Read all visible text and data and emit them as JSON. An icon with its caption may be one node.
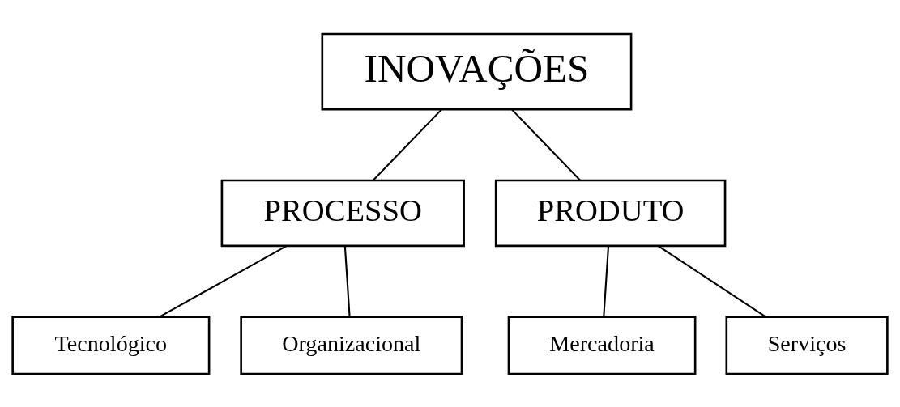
{
  "diagram": {
    "nodes": [
      {
        "text": [
          "INOVAÇÕES"
        ]
      },
      {
        "text": [
          "PROCESSO"
        ]
      },
      {
        "text": [
          "PRODUTO"
        ]
      },
      {
        "text": [
          "Tecnológico"
        ]
      },
      {
        "text": [
          "Organizacional"
        ]
      },
      {
        "text": [
          "Mercadoria"
        ]
      },
      {
        "text": [
          "Serviços"
        ]
      }
    ],
    "edges": [
      {
        "from": 0,
        "to": 1,
        "arrow": "none"
      },
      {
        "from": 0,
        "to": 2,
        "arrow": "none"
      },
      {
        "from": 1,
        "to": 3,
        "arrow": "none"
      },
      {
        "from": 1,
        "to": 4,
        "arrow": "none"
      },
      {
        "from": 2,
        "to": 5,
        "arrow": "none"
      },
      {
        "from": 2,
        "to": 6,
        "arrow": "none"
      }
    ]
  }
}
